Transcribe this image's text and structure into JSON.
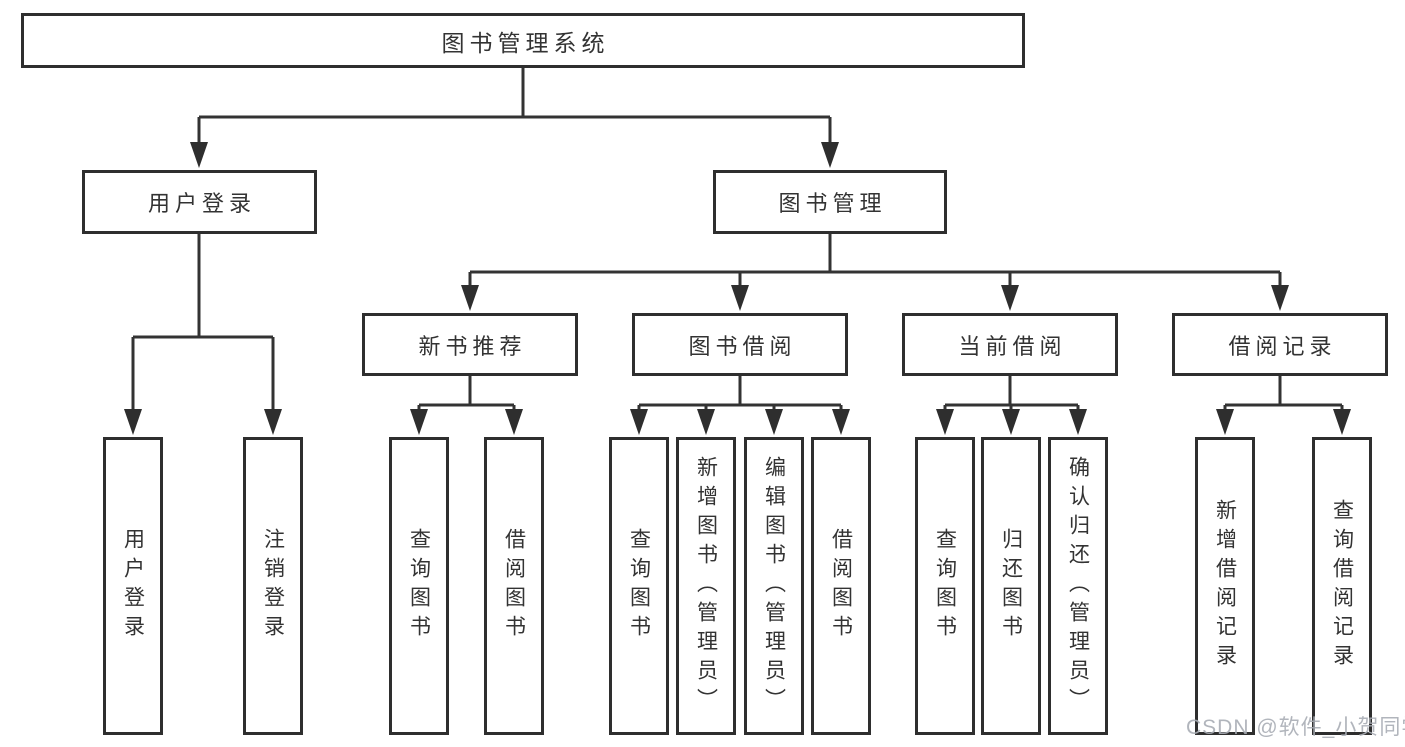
{
  "root": {
    "label": "图书管理系统"
  },
  "branches": {
    "user": {
      "label": "用户登录",
      "children": [
        "用户登录",
        "注销登录"
      ]
    },
    "book": {
      "label": "图书管理",
      "groups": [
        {
          "label": "新书推荐",
          "children": [
            "查询图书",
            "借阅图书"
          ]
        },
        {
          "label": "图书借阅",
          "children": [
            "查询图书",
            "新增图书（管理员）",
            "编辑图书（管理员）",
            "借阅图书"
          ]
        },
        {
          "label": "当前借阅",
          "children": [
            "查询图书",
            "归还图书",
            "确认归还（管理员）"
          ]
        },
        {
          "label": "借阅记录",
          "children": [
            "新增借阅记录",
            "查询借阅记录"
          ]
        }
      ]
    }
  },
  "watermark": {
    "text": "CSDN @软件_小贺同学",
    "color": "#a9adb5"
  },
  "colors": {
    "line": "#333333",
    "text": "#333333",
    "box_border": "#2e2e2e",
    "background": "#ffffff"
  }
}
